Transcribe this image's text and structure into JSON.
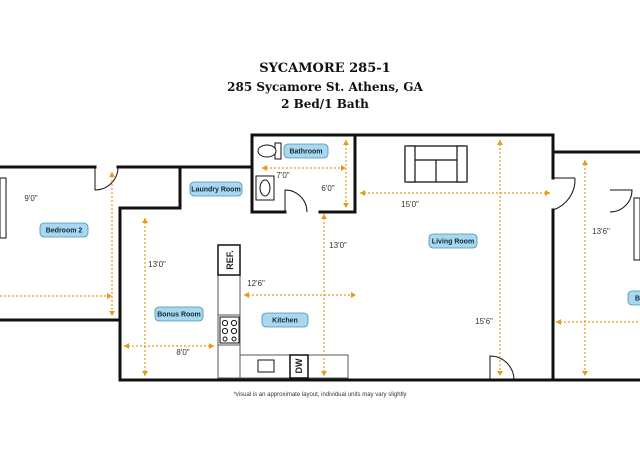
{
  "header": {
    "name": "SYCAMORE 285-1",
    "address": "285 Sycamore St. Athens, GA",
    "beds_baths": "2 Bed/1 Bath"
  },
  "rooms": {
    "bathroom": "Bathroom",
    "laundry": "Laundry Room",
    "bedroom2": "Bedroom 2",
    "bonus": "Bonus Room",
    "kitchen": "Kitchen",
    "living": "Living Room",
    "bedroom_right": "B"
  },
  "dimensions": {
    "bathroom_w": "7'0\"",
    "bathroom_h": "6'0\"",
    "bedroom2_h": "9'0\"",
    "bonus_h": "13'0\"",
    "bonus_w": "8'0\"",
    "kitchen_w": "12'6\"",
    "kitchen_h": "13'0\"",
    "living_w": "15'0\"",
    "living_h": "15'6\"",
    "right_room_h": "13'6\""
  },
  "fixtures": {
    "refrigerator": "REF.",
    "dishwasher": "DW"
  },
  "footnote": "*visual is an approximate layout, individual units may vary slightly",
  "colors": {
    "wall": "#111111",
    "dimension_line": "#e89a1c",
    "label_fill": "#a9d8ee",
    "label_stroke": "#4a90b8"
  }
}
